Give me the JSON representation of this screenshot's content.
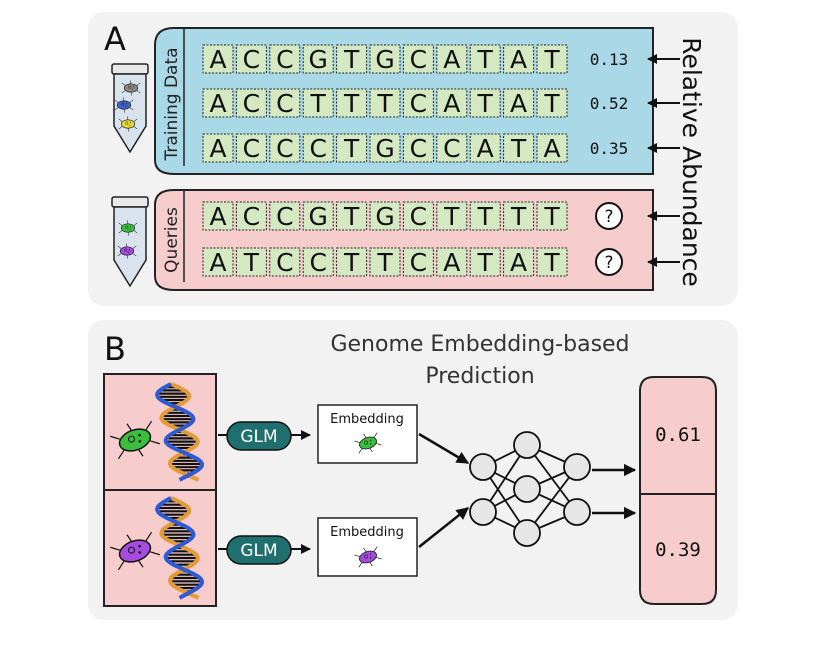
{
  "panel_a": {
    "label": "A",
    "training_label": "Training Data",
    "queries_label": "Queries",
    "side_label": "Relative Abundance",
    "training_rows": [
      {
        "seq": "ACCGTGCATAT",
        "value": "0.13"
      },
      {
        "seq": "ACCTTTCATAT",
        "value": "0.52"
      },
      {
        "seq": "ACCCTGCCATA",
        "value": "0.35"
      }
    ],
    "query_rows": [
      {
        "seq": "ACCGTGCTTTT",
        "value": "?"
      },
      {
        "seq": "ATCCTTCATAT",
        "value": "?"
      }
    ],
    "colors": {
      "training_bg": "#a9d8e6",
      "query_bg": "#f6cdcc",
      "cell_bg": "#d4e8c2"
    }
  },
  "panel_b": {
    "label": "B",
    "title_line1": "Genome Embedding-based",
    "title_line2": "Prediction",
    "glm_label": "GLM",
    "embedding_label": "Embedding",
    "outputs": [
      "0.61",
      "0.39"
    ],
    "colors": {
      "glm_bg": "#1f6f6e",
      "panel_bg": "#f6cdcc"
    },
    "icons": [
      "green-bacterium-icon",
      "purple-bacterium-icon",
      "dna-helix-icon",
      "neural-network-icon"
    ]
  }
}
